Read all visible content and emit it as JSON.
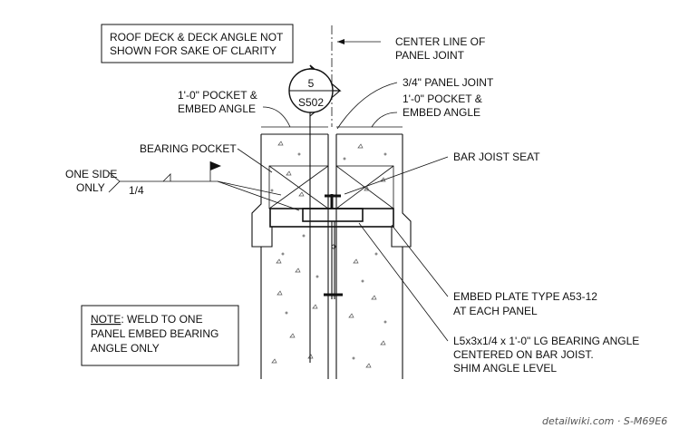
{
  "notes": {
    "top_note_line1": "ROOF DECK & DECK ANGLE NOT",
    "top_note_line2": "SHOWN FOR SAKE OF CLARITY",
    "bottom_note_title": "NOTE",
    "bottom_note_line1_rest": ": WELD TO ONE",
    "bottom_note_line2": "PANEL EMBED BEARING",
    "bottom_note_line3": "ANGLE ONLY"
  },
  "labels": {
    "center_line_1": "CENTER LINE OF",
    "center_line_2": "PANEL JOINT",
    "panel_joint": "3/4\" PANEL JOINT",
    "pocket_left_1": "1'-0\" POCKET &",
    "pocket_left_2": "EMBED ANGLE",
    "pocket_right_1": "1'-0\" POCKET &",
    "pocket_right_2": "EMBED ANGLE",
    "bearing_pocket": "BEARING POCKET",
    "bar_joist_seat": "BAR JOIST SEAT",
    "one_side_1": "ONE SIDE",
    "one_side_2": "ONLY",
    "weld_size": "1/4",
    "embed_plate_1": "EMBED PLATE TYPE A53-12",
    "embed_plate_2": "AT EACH PANEL",
    "bearing_angle_1": "L5x3x1/4 x 1'-0\" LG BEARING ANGLE",
    "bearing_angle_2": "CENTERED ON BAR JOIST.",
    "bearing_angle_3": "SHIM ANGLE LEVEL"
  },
  "section_callout": {
    "number": "5",
    "sheet": "S502"
  },
  "watermark": "detailwiki.com · S-M69E6"
}
